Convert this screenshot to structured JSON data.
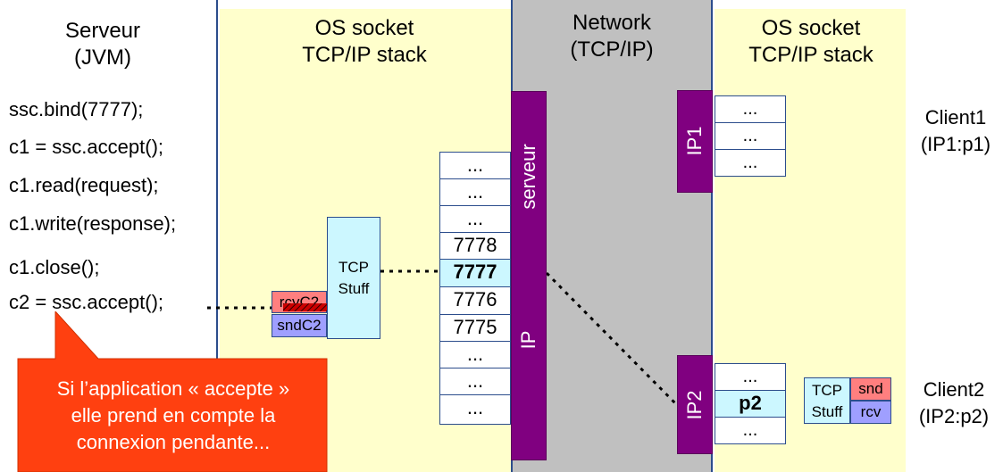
{
  "server": {
    "title_line1": "Serveur",
    "title_line2": "(JVM)"
  },
  "code_lines": [
    "ssc.bind(7777);",
    "c1 = ssc.accept();",
    "c1.read(request);",
    "c1.write(response);",
    "c1.close();",
    "c2 = ssc.accept();"
  ],
  "os_socket_left": {
    "line1": "OS socket",
    "line2": "TCP/IP stack"
  },
  "network": {
    "line1": "Network",
    "line2": "(TCP/IP)"
  },
  "os_socket_right": {
    "line1": "OS socket",
    "line2": "TCP/IP stack"
  },
  "tcp_stuff": {
    "line1": "TCP",
    "line2": "Stuff"
  },
  "socket_buffers_left": {
    "rcv": "rcvC2",
    "snd": "sndC2"
  },
  "port_table": [
    "...",
    "...",
    "...",
    "7778",
    "7777",
    "7776",
    "7775",
    "...",
    "...",
    "..."
  ],
  "port_highlight": "7777",
  "bars": {
    "serveur": "serveur",
    "ip": "IP",
    "ip1": "IP1",
    "ip2": "IP2"
  },
  "client1_table": [
    "...",
    "...",
    "..."
  ],
  "client2_table": [
    "...",
    "p2",
    "..."
  ],
  "client2_box": {
    "tcp_line1": "TCP",
    "tcp_line2": "Stuff",
    "snd": "snd",
    "rcv": "rcv"
  },
  "client1": {
    "line1": "Client1",
    "line2": "(IP1:p1)"
  },
  "client2": {
    "line1": "Client2",
    "line2": "(IP2:p2)"
  },
  "callout": {
    "line1": "Si l’application « accepte »",
    "line2": "elle prend en compte la",
    "line3": "connexion pendante..."
  },
  "colors": {
    "pale_yellow": "#ffffcc",
    "network_gray": "#c0c0c0",
    "purple": "#800080",
    "callout_orange": "#ff4010",
    "rcv_red": "#ff7f7f",
    "snd_blue": "#9f9fff",
    "cell_cyan": "#ccf7ff"
  }
}
